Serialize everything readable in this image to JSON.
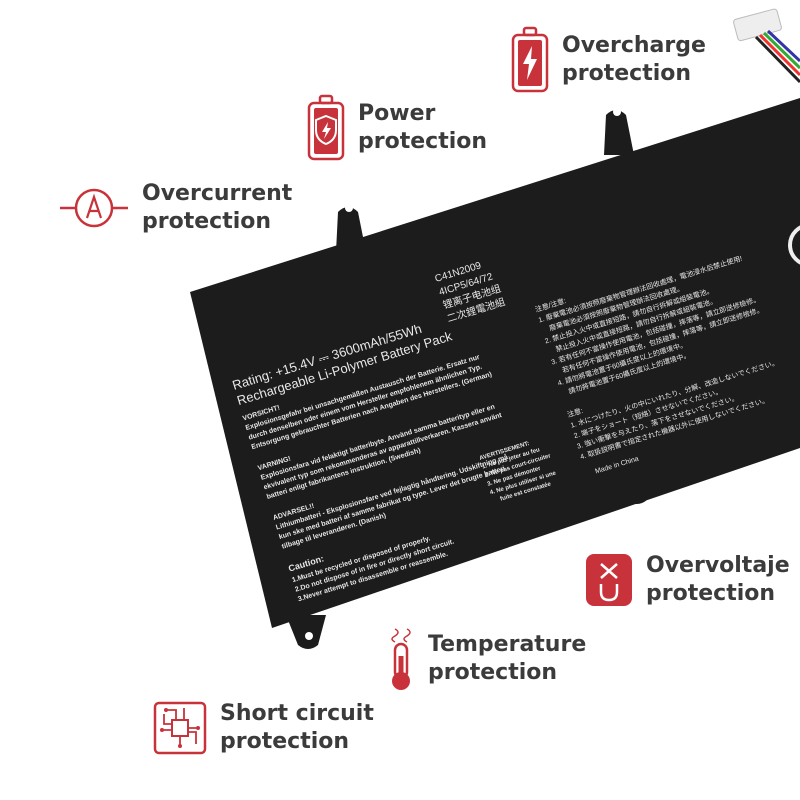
{
  "colors": {
    "accent": "#c8333b",
    "text": "#3b3b3b",
    "battery": "#1c1c1c"
  },
  "features": [
    {
      "id": "overcharge",
      "icon": "battery-bolt-icon",
      "line1": "Overcharge",
      "line2": "protection"
    },
    {
      "id": "power",
      "icon": "battery-shield-icon",
      "line1": "Power",
      "line2": "protection"
    },
    {
      "id": "overcurrent",
      "icon": "ammeter-icon",
      "line1": "Overcurrent",
      "line2": "protection"
    },
    {
      "id": "overvoltage",
      "icon": "voltage-icon",
      "line1": "Overvoltaje",
      "line2": "protection"
    },
    {
      "id": "temperature",
      "icon": "thermometer-icon",
      "line1": "Temperature",
      "line2": "protection"
    },
    {
      "id": "short-circuit",
      "icon": "circuit-chip-icon",
      "line1": "Short circuit",
      "line2": "protection"
    }
  ],
  "label": {
    "model": "C41N2009",
    "cells": "4ICP5/64/72",
    "cn1": "锂离子电池组",
    "cn2": "二次鋰電池組",
    "rating": "Rating: +15.4V ⎓ 3600mAh/55Wh",
    "type": "Rechargeable Li-Polymer Battery Pack",
    "vorsicht_title": "VORSICHT!",
    "vorsicht_1": "Explosionsgefahr bei unsachgemäßen Austausch der Batterie. Ersatz nur",
    "vorsicht_2": "durch denselben oder einem vom Hersteller empfohlenem ähnlichen Typ.",
    "vorsicht_3": "Entsorgung gebrauchter Batterien nach Angaben des Herstellers. (German)",
    "varning_title": "VARNING!",
    "varning_1": "Explosionsfara vid felaktigt batteribyte. Använd samma batterityp eller en",
    "varning_2": "ekvivalent typ som rekommenderas av apparattillverkaren. Kassera använt",
    "varning_3": "batteri enligt fabrikantens instruktion. (Swedish)",
    "advarsel_title": "ADVARSEL!!",
    "advarsel_1": "Lithiumbatteri - Eksplosionsfare ved fejlagtig håndtering. Udskiftning må",
    "advarsel_2": "kun ske med batteri af samme fabrikat og type. Lever det brugte batteri",
    "advarsel_3": "tilbage til leverandøren. (Danish)",
    "avert_title": "AVERTISSEMENT:",
    "avert_1": "1. Ne pas jeter au feu",
    "avert_2": "2. Ne pas court-circuiter",
    "avert_3": "3. Ne pas démonter",
    "avert_4": "4. Ne plus utiliser si une",
    "avert_5": "fuite est constatée",
    "caution_title": "Caution:",
    "caution_1": "1.Must be recycled or disposed of properly.",
    "caution_2": "2.Do not dispose of in fire or directly short circuit.",
    "caution_3": "3.Never attempt to disassemble or reassemble.",
    "zh_title": "注意/注意:",
    "zh_1": "1. 廢棄電池必須按照廢棄物管理辦法回收處理，電池浸水后禁止使用!",
    "zh_2": "廢棄電池必須按照廢棄物管理辦法回收處理。",
    "zh_3": "2. 禁止投入火中或直接短路，請勿自行拆解或組裝電池。",
    "zh_4": "禁止投入火中或直接短路，請勿自行拆解或組裝電池。",
    "zh_5": "3. 若有任何不當操作使用電池，包括碰撞，摔落等，請立即送修檢修。",
    "zh_6": "若有任何不當操作使用電池，包括碰撞，摔落等，請立即送修檢修。",
    "zh_7": "4. 請勿將電池置于60攝氏度以上的環境中。",
    "zh_8": "請勿將電池置于60攝氏度以上的環境中。",
    "jp_title": "注意:",
    "jp_1": "1. 水につけたり、火の中にいれたり、分解、改造しないでください。",
    "jp_2": "2. 端子をショート（短絡）させないでください。",
    "jp_3": "3. 強い衝撃を与えたり、落下をさせないでください。",
    "jp_4": "4. 取扱説明書で指定された機器以外に使用しないでください。",
    "origin": "Made in China"
  }
}
